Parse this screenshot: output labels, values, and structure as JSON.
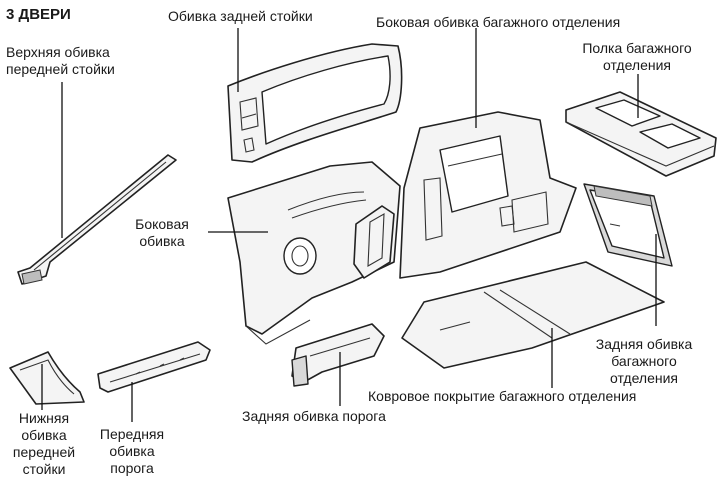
{
  "title": "3 ДВЕРИ",
  "labels": {
    "upper_a_pillar": "Верхняя обивка\nпередней стойки",
    "rear_pillar": "Обивка задней стойки",
    "side_luggage": "Боковая обивка багажного отделения",
    "luggage_shelf": "Полка багажного\nотделения",
    "side_trim": "Боковая\nобивка",
    "rear_luggage_trim": "Задняя обивка\nбагажного\nотделения",
    "luggage_carpet": "Ковровое покрытие багажного отделения",
    "rear_sill": "Задняя обивка порога",
    "lower_a_pillar": "Нижняя\nобивка\nпередней\nстойки",
    "front_sill": "Передняя\nобивка\nпорога"
  }
}
